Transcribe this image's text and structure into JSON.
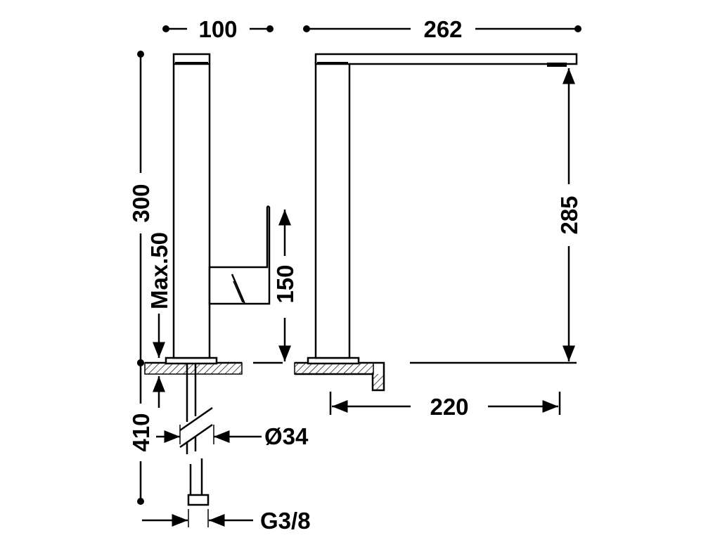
{
  "dimensions": {
    "width_side": "100",
    "width_front": "262",
    "height_total": "300",
    "deck_max": "Max.50",
    "handle_height": "150",
    "spout_height": "285",
    "spout_reach": "220",
    "hose_length": "410",
    "hole_diameter": "Ø34",
    "connection": "G3/8"
  }
}
